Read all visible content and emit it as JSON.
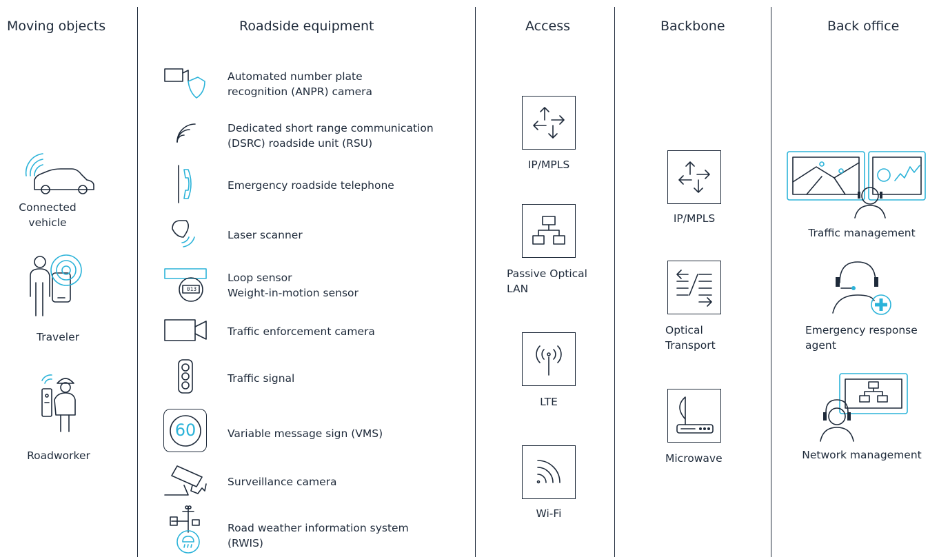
{
  "headers": {
    "moving": "Moving objects",
    "roadside": "Roadside equipment",
    "access": "Access",
    "backbone": "Backbone",
    "back_office": "Back office"
  },
  "moving": {
    "vehicle": [
      "Connected",
      "vehicle"
    ],
    "traveler": "Traveler",
    "roadworker": "Roadworker"
  },
  "roadside": {
    "anpr": [
      "Automated number plate",
      "recognition (ANPR) camera"
    ],
    "dsrc": [
      "Dedicated short range communication",
      "(DSRC) roadside unit (RSU)"
    ],
    "phone": "Emergency roadside telephone",
    "laser": "Laser scanner",
    "loop": [
      "Loop sensor",
      "Weight-in-motion sensor"
    ],
    "loop_display": "013",
    "enforcement": "Traffic enforcement camera",
    "signal": "Traffic signal",
    "vms": "Variable message sign (VMS)",
    "vms_value": "60",
    "surveillance": "Surveillance camera",
    "rwis": [
      "Road weather information system",
      "(RWIS)"
    ]
  },
  "access": {
    "ipmpls": "IP/MPLS",
    "pol": [
      "Passive Optical",
      "LAN"
    ],
    "lte": "LTE",
    "wifi": "Wi-Fi"
  },
  "backbone": {
    "ipmpls": "IP/MPLS",
    "optical": [
      "Optical",
      "Transport"
    ],
    "microwave": "Microwave"
  },
  "back_office": {
    "traffic": "Traffic management",
    "emergency": [
      "Emergency response",
      "agent"
    ],
    "network": "Network management"
  },
  "colors": {
    "ink": "#1e2a3a",
    "accent": "#2bb3d9"
  }
}
